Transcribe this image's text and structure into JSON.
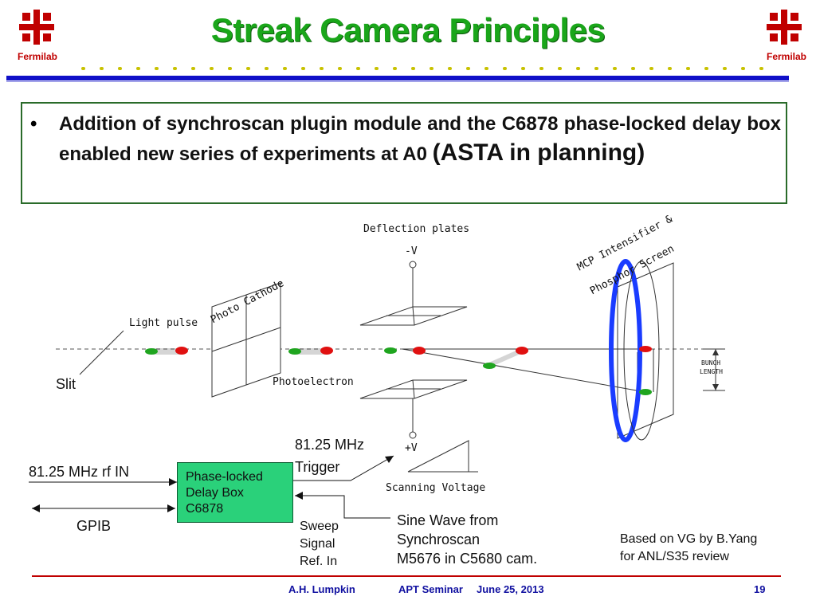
{
  "header": {
    "title": "Streak Camera Principles",
    "logo_left": "Fermilab",
    "logo_right": "Fermilab"
  },
  "bullet": {
    "text_main": "Addition of synchroscan plugin module and the C6878 phase-locked delay box enabled new series of experiments at A0 ",
    "text_big": "(ASTA in planning)"
  },
  "diagram": {
    "deflection_plates": "Deflection plates",
    "minus_v": "-V",
    "plus_v": "+V",
    "mcp_line1": "MCP Intensifier &",
    "mcp_line2": "Phosphor Screen",
    "photo_cathode": "Photo Cathode",
    "light_pulse": "Light pulse",
    "photoelectron": "Photoelectron",
    "bunch": "BUNCH",
    "length": "LENGTH",
    "slit": "Slit",
    "scanning_voltage": "Scanning Voltage"
  },
  "schematic": {
    "trigger_line1": "81.25 MHz",
    "trigger_line2": "Trigger",
    "rf_in": "81.25 MHz rf IN",
    "gpib": "GPIB",
    "box_line1": "Phase-locked",
    "box_line2": "Delay Box",
    "box_line3": "C6878",
    "sweep_line1": "Sweep",
    "sweep_line2": "Signal",
    "sweep_line3": "Ref. In",
    "sine_line1": "Sine Wave from",
    "sine_line2": "Synchroscan",
    "sine_line3": "M5676 in C5680 cam.",
    "based_line1": "Based on VG by B.Yang",
    "based_line2": "for ANL/S35 review"
  },
  "footer": {
    "author": "A.H. Lumpkin",
    "event": "APT Seminar",
    "date": "June 25, 2013",
    "page": "19"
  },
  "colors": {
    "title_green": "#1aa61a",
    "fermilab_red": "#c00000",
    "bar_blue": "#1010c8",
    "box_green": "#2ad17a"
  }
}
